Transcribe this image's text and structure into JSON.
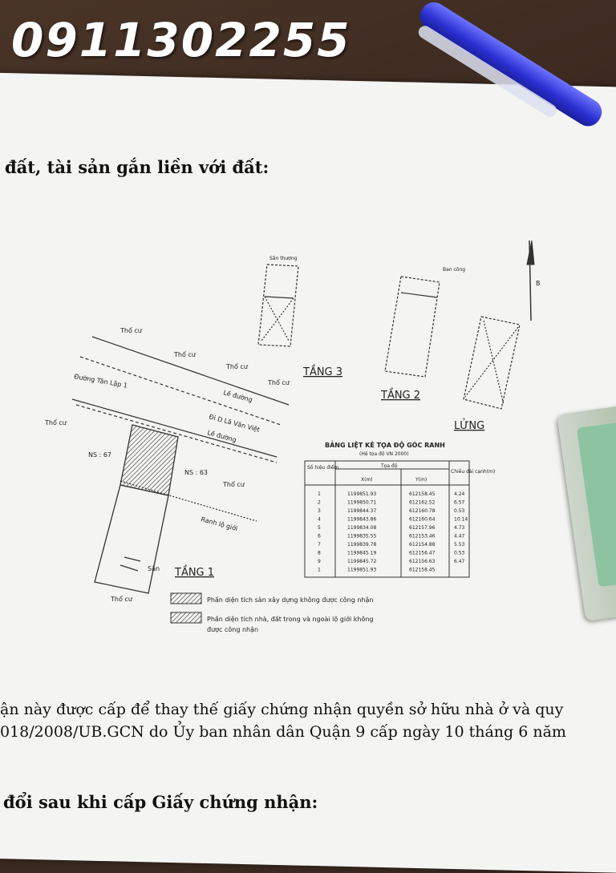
{
  "phone_overlay": "0911302255",
  "heading_top": "đất, tài sản gắn liền với đất:",
  "floor_labels": {
    "tang3": "TẦNG 3",
    "tang2": "TẦNG 2",
    "lung": "LỬNG",
    "tang1": "TẦNG 1"
  },
  "map_labels": {
    "tho_cu": "Thổ cư",
    "duong": "Đường Tân Lập 1",
    "le_duong": "Lề đường",
    "dido": "Đi D Lã Văn Việt",
    "le_duong2": "Lề đường",
    "ns67": "NS : 67",
    "ns63": "NS : 63",
    "ranh": "Ranh lộ giới",
    "san": "Sân",
    "san_thuong": "Sân thượng",
    "ban_cong": "Ban công",
    "north": "B"
  },
  "table": {
    "title": "BẢNG LIỆT KÊ TỌA ĐỘ GÓC RANH",
    "subtitle": "(Hệ tọa độ VN 2000)",
    "headers": {
      "point": "Số hiệu điểm",
      "coord": "Tọa độ",
      "x": "X(m)",
      "y": "Y(m)",
      "length": "Chiều dài cạnh(m)"
    },
    "rows": [
      {
        "p": "1",
        "x": "1199851.93",
        "y": "612158.45",
        "len": "4.24"
      },
      {
        "p": "2",
        "x": "1199850.71",
        "y": "612162.52",
        "len": "6.57"
      },
      {
        "p": "3",
        "x": "1199844.37",
        "y": "612160.78",
        "len": "0.53"
      },
      {
        "p": "4",
        "x": "1199843.86",
        "y": "612160.64",
        "len": "10.14"
      },
      {
        "p": "5",
        "x": "1199834.08",
        "y": "612157.96",
        "len": "4.73"
      },
      {
        "p": "6",
        "x": "1199835.55",
        "y": "612153.46",
        "len": "4.47"
      },
      {
        "p": "7",
        "x": "1199839.78",
        "y": "612154.88",
        "len": "5.53"
      },
      {
        "p": "8",
        "x": "1199845.19",
        "y": "612156.47",
        "len": "0.53"
      },
      {
        "p": "9",
        "x": "1199845.72",
        "y": "612156.63",
        "len": "6.47"
      },
      {
        "p": "1",
        "x": "1199851.93",
        "y": "612158.45",
        "len": ""
      }
    ]
  },
  "legend": {
    "item1": "Phần diện tích sàn xây dựng không được công nhận",
    "item2_line1": "Phần diện tích nhà, đất trong và ngoài lộ giới không",
    "item2_line2": "được công nhận"
  },
  "para_line1": "ận này được cấp để thay thế giấy chứng nhận quyền sở hữu nhà ở và quy",
  "para_line2": "018/2008/UB.GCN do Ủy ban nhân dân Quận 9 cấp ngày 10 tháng 6 năm",
  "heading_bottom": "đổi sau khi cấp Giấy chứng nhận:"
}
